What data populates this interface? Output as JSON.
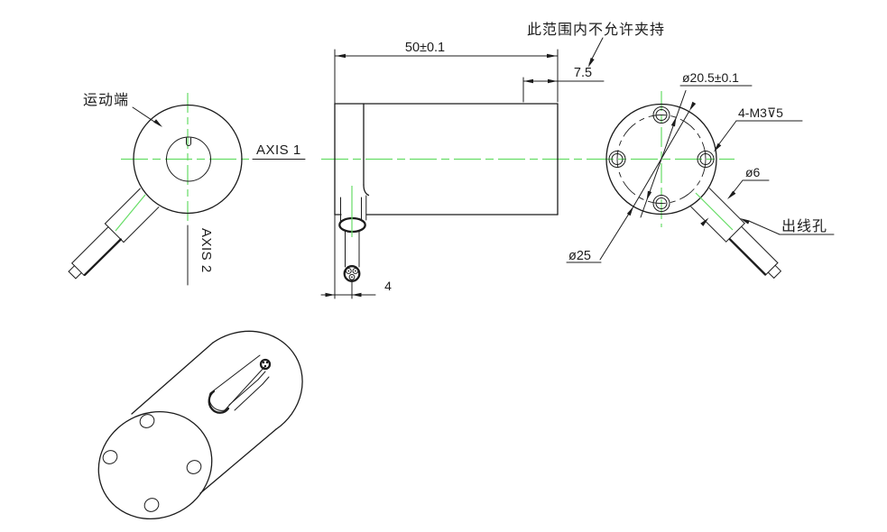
{
  "colors": {
    "bg": "#ffffff",
    "line": "#1c1c1c",
    "centerline": "#66dd66"
  },
  "front": {
    "motion_end": "运动端",
    "axis1": "AXIS 1",
    "axis2": "AXIS 2"
  },
  "side": {
    "length": "50±0.1",
    "clamp_note": "此范围内不允许夹持",
    "clamp_zone": "7.5",
    "cable_offset": "4"
  },
  "rear": {
    "bolt_circle": "ø20.5±0.1",
    "threads": "4-M3⊽5",
    "cable_dia": "ø6",
    "outlet": "出线孔",
    "outer_dia": "ø25"
  }
}
